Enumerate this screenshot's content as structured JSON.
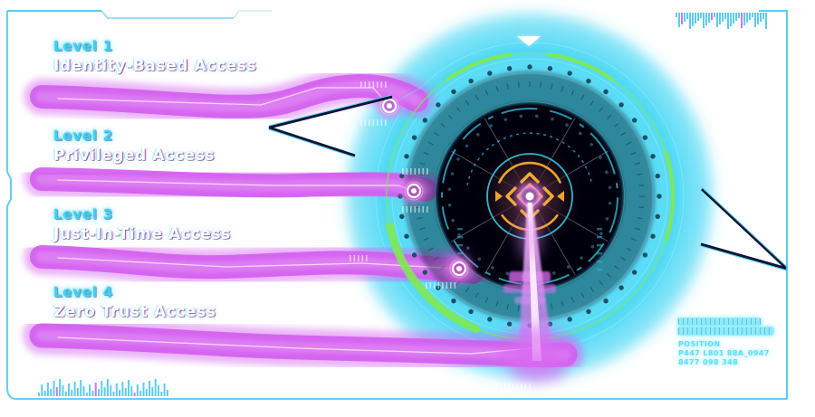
{
  "levels": [
    {
      "level": "Level 1",
      "name": "Identity-Based Access"
    },
    {
      "level": "Level 2",
      "name": "Privileged Access"
    },
    {
      "level": "Level 3",
      "name": "Just-In-Time Access"
    },
    {
      "level": "Level 4",
      "name": "Zero Trust Access"
    }
  ],
  "readout": {
    "position_label": "POSITION",
    "code_line_1": "P447 L801 88A_0947",
    "code_line_2": "8477 098 348"
  },
  "colors": {
    "accent_cyan": "#45d7f4",
    "accent_magenta": "#d45bee",
    "accent_green": "#7fe856",
    "accent_orange": "#eda32e",
    "text_cyan": "#41d0f2",
    "text_white": "#ffffff",
    "frame_cyan": "#49c6ef",
    "leader_navy": "#0f1535",
    "dot_teal": "#1e4f66"
  }
}
